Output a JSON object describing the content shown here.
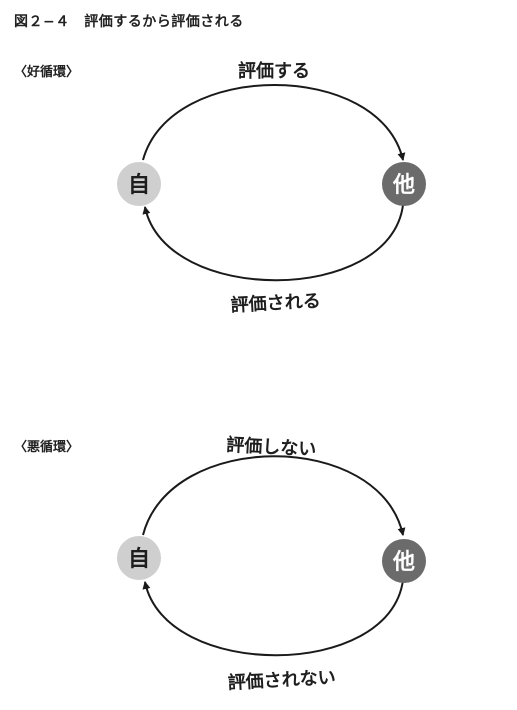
{
  "figure": {
    "title": "図２−４　評価するから評価される"
  },
  "good_cycle": {
    "label": "〈好循環〉",
    "top_arrow_label": "評価する",
    "bottom_arrow_label": "評価される",
    "self_node": "自",
    "other_node": "他"
  },
  "bad_cycle": {
    "label": "〈悪循環〉",
    "top_arrow_label": "評価しない",
    "bottom_arrow_label": "評価されない",
    "self_node": "自",
    "other_node": "他"
  },
  "colors": {
    "self_node_fill": "#cfcfcf",
    "other_node_fill": "#6b6b6b",
    "line": "#1a1a1a"
  }
}
